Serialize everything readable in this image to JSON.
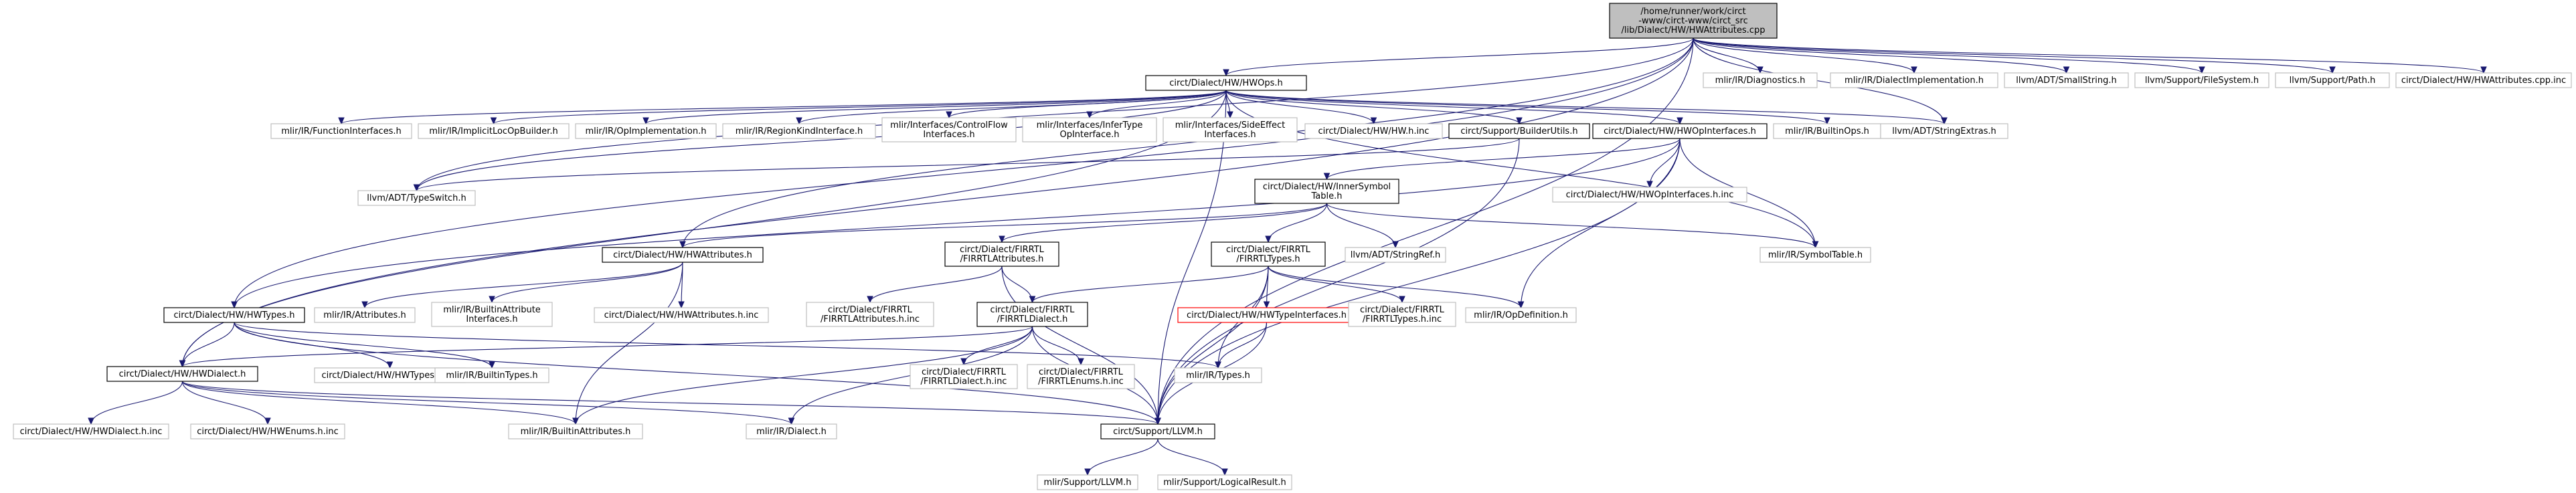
{
  "graph": {
    "colors": {
      "edge": "#191970",
      "root_fill": "#bfbfbf",
      "node_border": "#000000",
      "leaf_border": "#bfbfbf",
      "red_border": "#ff0000",
      "text": "#000000"
    },
    "nodes": [
      {
        "id": "root",
        "lines": [
          "/home/runner/work/circt",
          "-www/circt-www/circt_src",
          "/lib/Dialect/HW/HWAttributes.cpp"
        ],
        "style": "root"
      },
      {
        "id": "hwops",
        "lines": [
          "circt/Dialect/HW/HWOps.h"
        ],
        "style": "normal"
      },
      {
        "id": "diagnostics",
        "lines": [
          "mlir/IR/Diagnostics.h"
        ],
        "style": "leaf"
      },
      {
        "id": "dialectimpl",
        "lines": [
          "mlir/IR/DialectImplementation.h"
        ],
        "style": "leaf"
      },
      {
        "id": "smallstring",
        "lines": [
          "llvm/ADT/SmallString.h"
        ],
        "style": "leaf"
      },
      {
        "id": "filesystem",
        "lines": [
          "llvm/Support/FileSystem.h"
        ],
        "style": "leaf"
      },
      {
        "id": "path",
        "lines": [
          "llvm/Support/Path.h"
        ],
        "style": "leaf"
      },
      {
        "id": "hwattrcppinc",
        "lines": [
          "circt/Dialect/HW/HWAttributes.cpp.inc"
        ],
        "style": "leaf"
      },
      {
        "id": "funciface",
        "lines": [
          "mlir/IR/FunctionInterfaces.h"
        ],
        "style": "leaf"
      },
      {
        "id": "implicitloc",
        "lines": [
          "mlir/IR/ImplicitLocOpBuilder.h"
        ],
        "style": "leaf"
      },
      {
        "id": "opimpl",
        "lines": [
          "mlir/IR/OpImplementation.h"
        ],
        "style": "leaf"
      },
      {
        "id": "regionkind",
        "lines": [
          "mlir/IR/RegionKindInterface.h"
        ],
        "style": "leaf"
      },
      {
        "id": "controlflow",
        "lines": [
          "mlir/Interfaces/ControlFlow",
          "Interfaces.h"
        ],
        "style": "leaf"
      },
      {
        "id": "infertype",
        "lines": [
          "mlir/Interfaces/InferType",
          "OpInterface.h"
        ],
        "style": "leaf"
      },
      {
        "id": "sideeffect",
        "lines": [
          "mlir/Interfaces/SideEffect",
          "Interfaces.h"
        ],
        "style": "leaf"
      },
      {
        "id": "hwhinc",
        "lines": [
          "circt/Dialect/HW/HW.h.inc"
        ],
        "style": "leaf"
      },
      {
        "id": "builderutils",
        "lines": [
          "circt/Support/BuilderUtils.h"
        ],
        "style": "normal"
      },
      {
        "id": "hwopiface",
        "lines": [
          "circt/Dialect/HW/HWOpInterfaces.h"
        ],
        "style": "normal"
      },
      {
        "id": "builtinops",
        "lines": [
          "mlir/IR/BuiltinOps.h"
        ],
        "style": "leaf"
      },
      {
        "id": "stringextras",
        "lines": [
          "llvm/ADT/StringExtras.h"
        ],
        "style": "leaf"
      },
      {
        "id": "typeswitch",
        "lines": [
          "llvm/ADT/TypeSwitch.h"
        ],
        "style": "leaf"
      },
      {
        "id": "hwopifaceinc",
        "lines": [
          "circt/Dialect/HW/HWOpInterfaces.h.inc"
        ],
        "style": "leaf"
      },
      {
        "id": "innersym",
        "lines": [
          "circt/Dialect/HW/InnerSymbol",
          "Table.h"
        ],
        "style": "normal"
      },
      {
        "id": "hwattrs",
        "lines": [
          "circt/Dialect/HW/HWAttributes.h"
        ],
        "style": "normal"
      },
      {
        "id": "firrtlattrs",
        "lines": [
          "circt/Dialect/FIRRTL",
          "/FIRRTLAttributes.h"
        ],
        "style": "normal"
      },
      {
        "id": "firrtltypes",
        "lines": [
          "circt/Dialect/FIRRTL",
          "/FIRRTLTypes.h"
        ],
        "style": "normal"
      },
      {
        "id": "stringref",
        "lines": [
          "llvm/ADT/StringRef.h"
        ],
        "style": "leaf"
      },
      {
        "id": "symboltable",
        "lines": [
          "mlir/IR/SymbolTable.h"
        ],
        "style": "leaf"
      },
      {
        "id": "hwtypes",
        "lines": [
          "circt/Dialect/HW/HWTypes.h"
        ],
        "style": "normal"
      },
      {
        "id": "irattributes",
        "lines": [
          "mlir/IR/Attributes.h"
        ],
        "style": "leaf"
      },
      {
        "id": "builtinattriface",
        "lines": [
          "mlir/IR/BuiltinAttribute",
          "Interfaces.h"
        ],
        "style": "leaf"
      },
      {
        "id": "hwattrsinc",
        "lines": [
          "circt/Dialect/HW/HWAttributes.h.inc"
        ],
        "style": "leaf"
      },
      {
        "id": "firrtlattrsinc",
        "lines": [
          "circt/Dialect/FIRRTL",
          "/FIRRTLAttributes.h.inc"
        ],
        "style": "leaf"
      },
      {
        "id": "firrtldialect",
        "lines": [
          "circt/Dialect/FIRRTL",
          "/FIRRTLDialect.h"
        ],
        "style": "normal"
      },
      {
        "id": "hwtypeiface",
        "lines": [
          "circt/Dialect/HW/HWTypeInterfaces.h"
        ],
        "style": "red"
      },
      {
        "id": "firrtltypesinc",
        "lines": [
          "circt/Dialect/FIRRTL",
          "/FIRRTLTypes.h.inc"
        ],
        "style": "leaf"
      },
      {
        "id": "opdefinition",
        "lines": [
          "mlir/IR/OpDefinition.h"
        ],
        "style": "leaf"
      },
      {
        "id": "hwtypesinc",
        "lines": [
          "circt/Dialect/HW/HWTypes.h.inc"
        ],
        "style": "leaf"
      },
      {
        "id": "builtintypes",
        "lines": [
          "mlir/IR/BuiltinTypes.h"
        ],
        "style": "leaf"
      },
      {
        "id": "hwdialect",
        "lines": [
          "circt/Dialect/HW/HWDialect.h"
        ],
        "style": "normal"
      },
      {
        "id": "irtypes",
        "lines": [
          "mlir/IR/Types.h"
        ],
        "style": "leaf"
      },
      {
        "id": "firrtldialectinc",
        "lines": [
          "circt/Dialect/FIRRTL",
          "/FIRRTLDialect.h.inc"
        ],
        "style": "leaf"
      },
      {
        "id": "firrtlenumsinc",
        "lines": [
          "circt/Dialect/FIRRTL",
          "/FIRRTLEnums.h.inc"
        ],
        "style": "leaf"
      },
      {
        "id": "hwdialectinc",
        "lines": [
          "circt/Dialect/HW/HWDialect.h.inc"
        ],
        "style": "leaf"
      },
      {
        "id": "hwenumsinc",
        "lines": [
          "circt/Dialect/HW/HWEnums.h.inc"
        ],
        "style": "leaf"
      },
      {
        "id": "builtinattrs",
        "lines": [
          "mlir/IR/BuiltinAttributes.h"
        ],
        "style": "leaf"
      },
      {
        "id": "irdialect",
        "lines": [
          "mlir/IR/Dialect.h"
        ],
        "style": "leaf"
      },
      {
        "id": "circtllvm",
        "lines": [
          "circt/Support/LLVM.h"
        ],
        "style": "normal"
      },
      {
        "id": "mlirllvm",
        "lines": [
          "mlir/Support/LLVM.h"
        ],
        "style": "leaf"
      },
      {
        "id": "logicalresult",
        "lines": [
          "mlir/Support/LogicalResult.h"
        ],
        "style": "leaf"
      }
    ],
    "edges": [
      [
        "root",
        "hwops"
      ],
      [
        "root",
        "diagnostics"
      ],
      [
        "root",
        "dialectimpl"
      ],
      [
        "root",
        "smallstring"
      ],
      [
        "root",
        "filesystem"
      ],
      [
        "root",
        "path"
      ],
      [
        "root",
        "hwattrcppinc"
      ],
      [
        "root",
        "hwattrs"
      ],
      [
        "root",
        "hwtypes"
      ],
      [
        "root",
        "hwdialect"
      ],
      [
        "root",
        "circtllvm"
      ],
      [
        "root",
        "typeswitch"
      ],
      [
        "root",
        "stringextras"
      ],
      [
        "hwops",
        "funciface"
      ],
      [
        "hwops",
        "implicitloc"
      ],
      [
        "hwops",
        "opimpl"
      ],
      [
        "hwops",
        "regionkind"
      ],
      [
        "hwops",
        "controlflow"
      ],
      [
        "hwops",
        "infertype"
      ],
      [
        "hwops",
        "sideeffect"
      ],
      [
        "hwops",
        "hwhinc"
      ],
      [
        "hwops",
        "builderutils"
      ],
      [
        "hwops",
        "hwopiface"
      ],
      [
        "hwops",
        "builtinops"
      ],
      [
        "hwops",
        "stringextras"
      ],
      [
        "hwops",
        "typeswitch"
      ],
      [
        "hwops",
        "symboltable"
      ],
      [
        "hwops",
        "hwdialect"
      ],
      [
        "hwops",
        "circtllvm"
      ],
      [
        "builderutils",
        "typeswitch"
      ],
      [
        "builderutils",
        "circtllvm"
      ],
      [
        "hwopiface",
        "hwopifaceinc"
      ],
      [
        "hwopiface",
        "innersym"
      ],
      [
        "hwopiface",
        "symboltable"
      ],
      [
        "hwopiface",
        "opdefinition"
      ],
      [
        "hwopiface",
        "circtllvm"
      ],
      [
        "hwopiface",
        "hwtypes"
      ],
      [
        "innersym",
        "hwattrs"
      ],
      [
        "innersym",
        "firrtlattrs"
      ],
      [
        "innersym",
        "firrtltypes"
      ],
      [
        "innersym",
        "stringref"
      ],
      [
        "innersym",
        "symboltable"
      ],
      [
        "hwattrs",
        "irattributes"
      ],
      [
        "hwattrs",
        "builtinattriface"
      ],
      [
        "hwattrs",
        "hwattrsinc"
      ],
      [
        "hwattrs",
        "builtinattrs"
      ],
      [
        "firrtlattrs",
        "firrtlattrsinc"
      ],
      [
        "firrtlattrs",
        "firrtldialect"
      ],
      [
        "firrtlattrs",
        "circtllvm"
      ],
      [
        "firrtltypes",
        "firrtldialect"
      ],
      [
        "firrtltypes",
        "hwtypeiface"
      ],
      [
        "firrtltypes",
        "firrtltypesinc"
      ],
      [
        "firrtltypes",
        "opdefinition"
      ],
      [
        "firrtltypes",
        "irtypes"
      ],
      [
        "firrtltypes",
        "circtllvm"
      ],
      [
        "firrtldialect",
        "firrtldialectinc"
      ],
      [
        "firrtldialect",
        "firrtlenumsinc"
      ],
      [
        "firrtldialect",
        "irdialect"
      ],
      [
        "firrtldialect",
        "builtinattrs"
      ],
      [
        "firrtldialect",
        "hwdialect"
      ],
      [
        "firrtldialect",
        "circtllvm"
      ],
      [
        "hwtypeiface",
        "irtypes"
      ],
      [
        "hwtypeiface",
        "circtllvm"
      ],
      [
        "hwtypes",
        "hwtypesinc"
      ],
      [
        "hwtypes",
        "builtintypes"
      ],
      [
        "hwtypes",
        "hwdialect"
      ],
      [
        "hwtypes",
        "irtypes"
      ],
      [
        "hwtypes",
        "circtllvm"
      ],
      [
        "hwdialect",
        "hwdialectinc"
      ],
      [
        "hwdialect",
        "hwenumsinc"
      ],
      [
        "hwdialect",
        "builtinattrs"
      ],
      [
        "hwdialect",
        "irdialect"
      ],
      [
        "hwdialect",
        "circtllvm"
      ],
      [
        "circtllvm",
        "mlirllvm"
      ],
      [
        "circtllvm",
        "logicalresult"
      ]
    ]
  }
}
